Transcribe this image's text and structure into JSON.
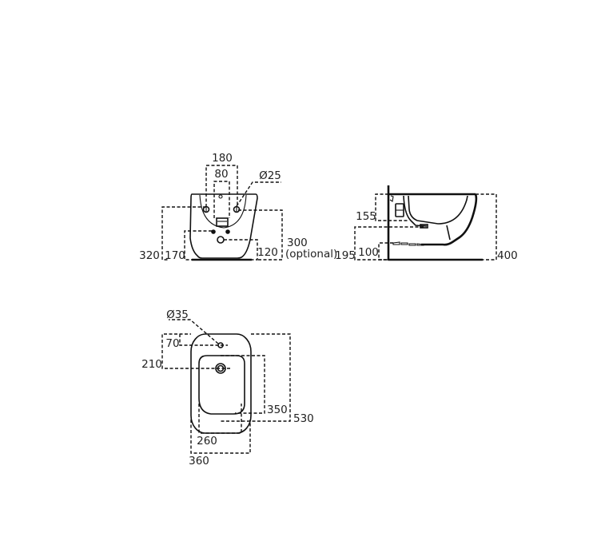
{
  "drawing": {
    "title": "Bidet technical drawing",
    "front_view": {
      "labels": {
        "d180": "180",
        "d80": "80",
        "d25": "Ø25",
        "d320": "320",
        "d170": "170",
        "d120": "120",
        "d300": "300",
        "d300_note": "(optional)"
      }
    },
    "side_view": {
      "labels": {
        "d155": "155",
        "d195": "195",
        "d100": "100",
        "d400": "400"
      }
    },
    "top_view": {
      "labels": {
        "d35": "Ø35",
        "d70": "70",
        "d210": "210",
        "d350": "350",
        "d530": "530",
        "d260": "260",
        "d360": "360"
      }
    },
    "colors": {
      "line": "#111111",
      "background": "#ffffff"
    }
  }
}
